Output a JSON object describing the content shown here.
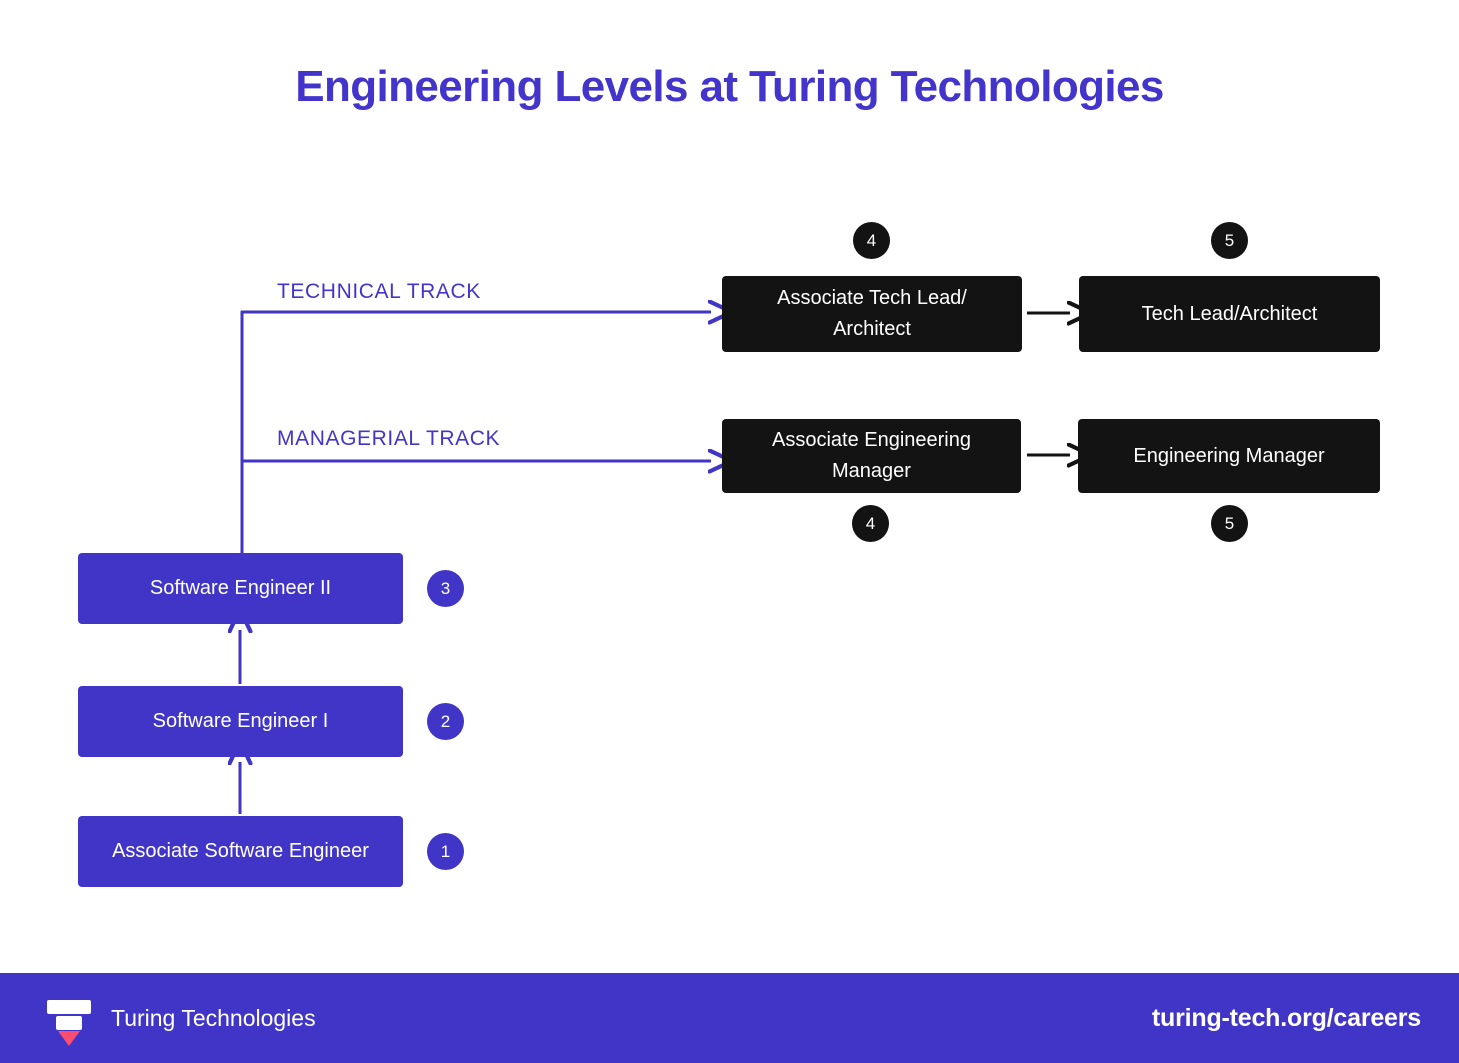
{
  "page": {
    "title": "Engineering Levels at Turing Technologies",
    "background_color": "#ffffff"
  },
  "colors": {
    "brand_blue": "#4035c6",
    "title_blue": "#4335cb",
    "black": "#131313",
    "accent_pink": "#fa4d73",
    "white": "#ffffff"
  },
  "tracks": [
    {
      "key": "technical",
      "label": "TECHNICAL TRACK"
    },
    {
      "key": "managerial",
      "label": "MANAGERIAL TRACK"
    }
  ],
  "ladder": {
    "levels": [
      {
        "label": "Associate Software Engineer",
        "badge": "1"
      },
      {
        "label": "Software Engineer I",
        "badge": "2"
      },
      {
        "label": "Software Engineer II",
        "badge": "3"
      }
    ]
  },
  "technical_track": {
    "roles": [
      {
        "label": "Associate Tech Lead/\nArchitect",
        "line1": "Associate Tech Lead/",
        "line2": "Architect",
        "badge": "4"
      },
      {
        "label": "Tech Lead/Architect",
        "line1": "Tech Lead/Architect",
        "line2": "",
        "badge": "5"
      }
    ]
  },
  "managerial_track": {
    "roles": [
      {
        "label": "Associate Engineering\nManager",
        "line1": "Associate Engineering",
        "line2": "Manager",
        "badge": "4"
      },
      {
        "label": "Engineering Manager",
        "line1": "Engineering Manager",
        "line2": "",
        "badge": "5"
      }
    ]
  },
  "footer": {
    "company": "Turing Technologies",
    "url": "turing-tech.org/careers",
    "logo_icon": "funnel-logo-icon"
  }
}
